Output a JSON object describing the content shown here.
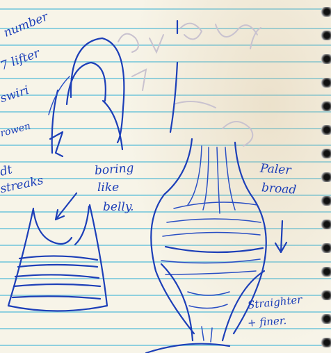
{
  "notes": {
    "left_column": [
      "number",
      "7 lifter",
      "swiri",
      "rowen",
      "dt",
      "streaks"
    ],
    "boring_label": [
      "boring",
      "like",
      "belly."
    ],
    "right_label_top": [
      "Paler",
      "broad"
    ],
    "right_label_bottom": [
      "Straighter",
      "+ finer."
    ]
  },
  "colors": {
    "ink": "#1d3fb8",
    "paper": "#f7f4e8",
    "rule_line": "#8fd0de"
  }
}
